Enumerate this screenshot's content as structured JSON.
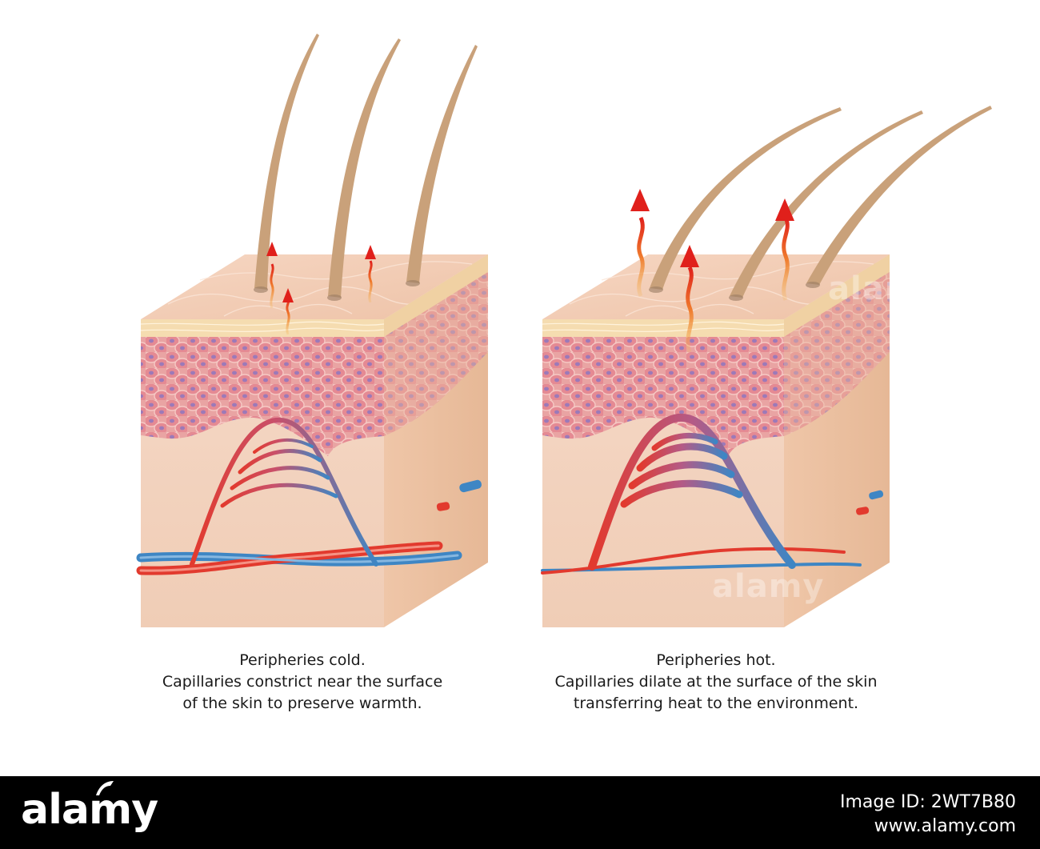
{
  "panels": [
    {
      "id": "cold",
      "caption_lines": [
        "Peripheries cold.",
        "Capillaries constrict near the surface",
        "of the skin to preserve warmth."
      ]
    },
    {
      "id": "hot",
      "caption_lines": [
        "Peripheries hot.",
        "Capillaries dilate at the surface of the skin",
        "transferring heat to the environment."
      ]
    }
  ],
  "watermark": {
    "text": "alamy"
  },
  "footer": {
    "brand": "alamy",
    "image_id_label": "Image ID: 2WT7B80",
    "site": "www.alamy.com"
  },
  "colors": {
    "artery": "#e23a2e",
    "vein": "#3e86c4",
    "skin_top": "#f1cdb4",
    "skin_side": "#efc9ad",
    "dermis": "#f4d5c2",
    "cell": "#e7909a",
    "nucleus": "#9c7ab8",
    "fat_layer": "#f5dcb0",
    "hair": "#c9a17a",
    "heat_arrow": "#e0201b",
    "footer_bg": "#000000"
  }
}
